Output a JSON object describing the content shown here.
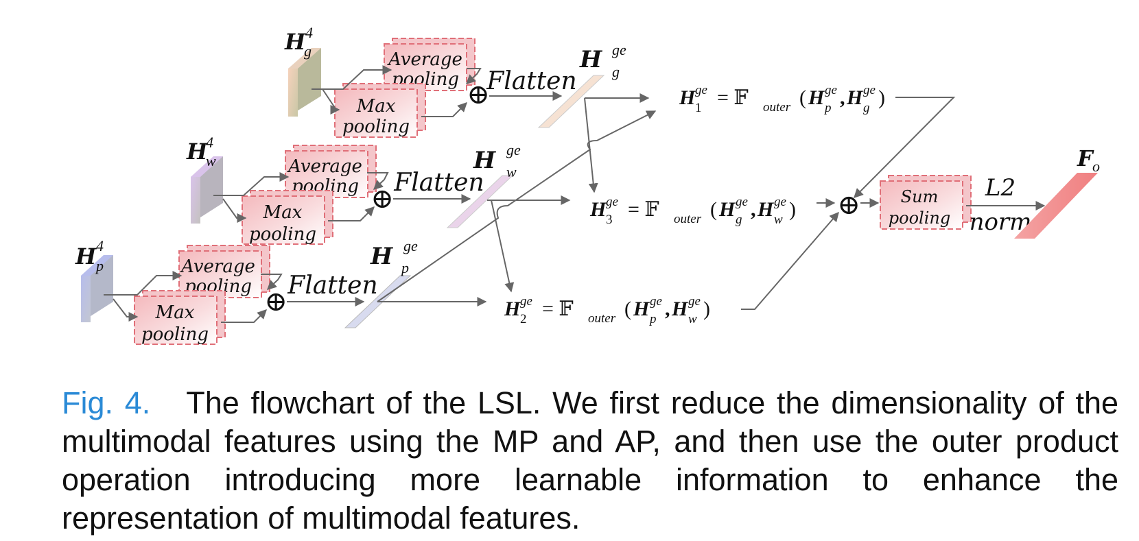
{
  "diagram": {
    "inputs": [
      {
        "base": "H",
        "sup": "4",
        "sub": "g"
      },
      {
        "base": "H",
        "sup": "4",
        "sub": "w"
      },
      {
        "base": "H",
        "sup": "4",
        "sub": "p"
      }
    ],
    "avg_pool_label": [
      "Average",
      "pooling"
    ],
    "max_pool_label": [
      "Max",
      "pooling"
    ],
    "flatten_label": "Flatten",
    "flat_features": [
      {
        "base": "H",
        "sup": "ge",
        "sub": "g"
      },
      {
        "base": "H",
        "sup": "ge",
        "sub": "w"
      },
      {
        "base": "H",
        "sup": "ge",
        "sub": "p"
      }
    ],
    "equations": [
      {
        "lhs_sub": "1",
        "sup": "ge",
        "op": "= 𝔽",
        "op_sub": "outer",
        "a_sub": "p",
        "b_sub": "g"
      },
      {
        "lhs_sub": "3",
        "sup": "ge",
        "op": "= 𝔽",
        "op_sub": "outer",
        "a_sub": "g",
        "b_sub": "w"
      },
      {
        "lhs_sub": "2",
        "sup": "ge",
        "op": "= 𝔽",
        "op_sub": "outer",
        "a_sub": "p",
        "b_sub": "w"
      }
    ],
    "sum_pool_label": [
      "Sum",
      "pooling"
    ],
    "norm_label": [
      "L2",
      "norm"
    ],
    "output": {
      "base": "F",
      "sub": "o"
    },
    "oplus": "⊕",
    "colors": {
      "arrow": "#666666",
      "pool_fill": "#e99aa0",
      "pool_border": "#e06f78",
      "slab_g": "#f2cdb4",
      "slab_w": "#d7c0e6",
      "slab_p": "#b8bfe8",
      "output": "#f08d8d"
    }
  },
  "caption": {
    "label": "Fig. 4.",
    "text": "The flowchart of the LSL. We first reduce the dimensionality of the multimodal features using the MP and AP, and then use the outer product operation introducing more learnable information to enhance the representation of multimodal features."
  }
}
